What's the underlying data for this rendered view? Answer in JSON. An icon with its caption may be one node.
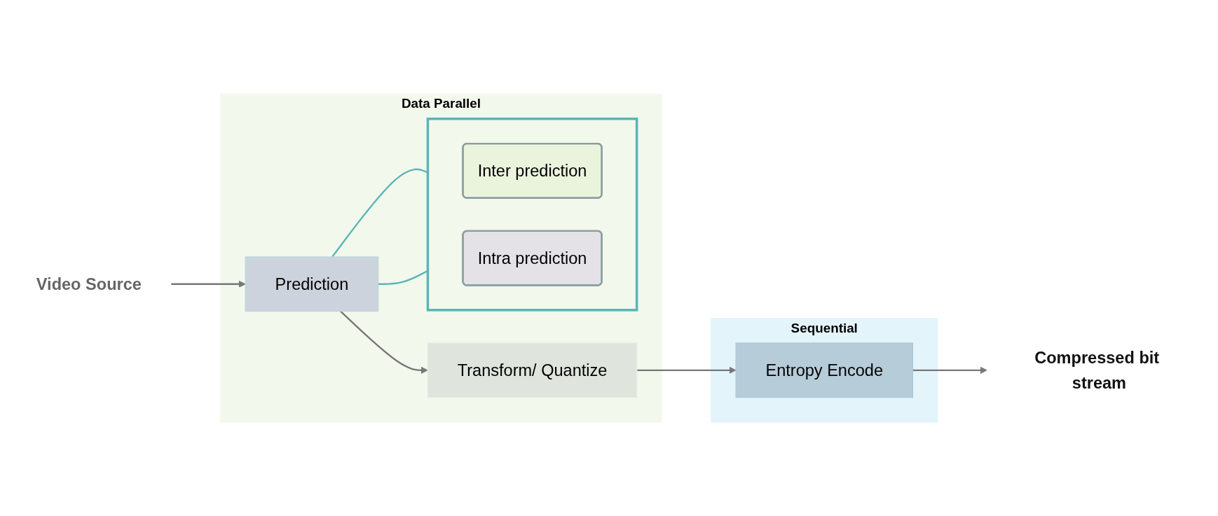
{
  "diagram": {
    "nodes": [
      {
        "text": [
          "Data Parallel"
        ]
      },
      {
        "text": [
          "Sequential"
        ]
      },
      {
        "text": [
          "Video Source"
        ]
      },
      {
        "text": [
          "Prediction"
        ],
        "in": 0
      },
      {
        "text": [
          "Transform/ Quantize"
        ],
        "in": 0
      },
      {
        "text": [
          "Entropy Encode"
        ],
        "in": 1
      },
      {
        "text": [
          "Compressed bit stream"
        ]
      },
      {
        "text": [],
        "shape": "box",
        "in": 0
      },
      {
        "text": [
          "Inter prediction"
        ],
        "in": 7
      },
      {
        "text": [
          "Intra prediction"
        ],
        "in": 7
      }
    ],
    "edges": [
      {
        "from": 2,
        "to": 3,
        "arrow": "to"
      },
      {
        "from": 3,
        "to": 4,
        "arrow": "to"
      },
      {
        "from": 4,
        "to": 5,
        "arrow": "to"
      },
      {
        "from": 5,
        "to": 6,
        "arrow": "to"
      },
      {
        "from": 3,
        "to": 7,
        "arrow": "none",
        "color": "#5ab5b8"
      },
      {
        "from": 3,
        "to": 7,
        "arrow": "none",
        "color": "#5ab5b8"
      }
    ]
  }
}
